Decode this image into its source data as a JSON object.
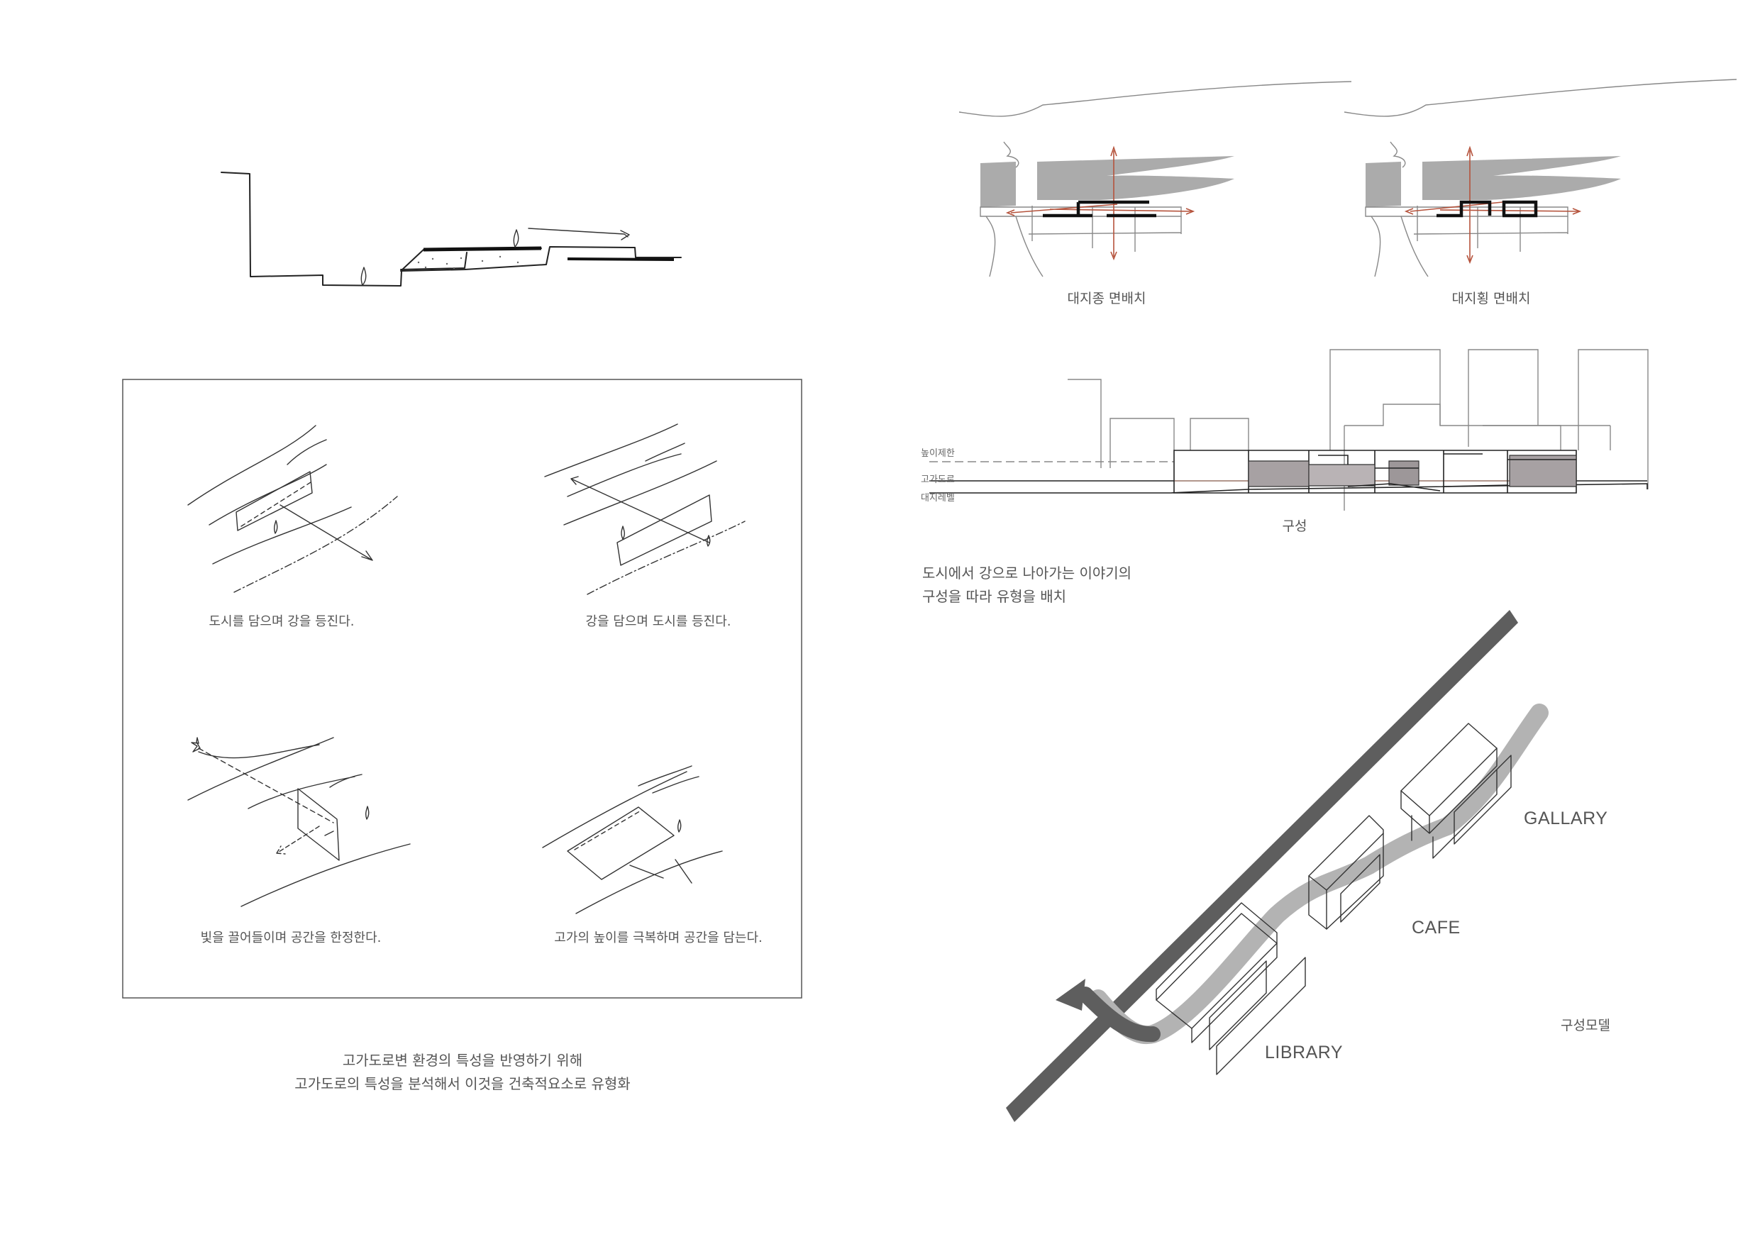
{
  "section_sketch": {
    "panel_captions": [
      "도시를 담으며 강을 등진다.",
      "강을 담으며 도시를 등진다.",
      "빛을 끌어들이며 공간을 한정한다.",
      "고가의 높이를 극복하며 공간을 담는다."
    ],
    "description_line1": "고가도로변 환경의 특성을 반영하기 위해",
    "description_line2": "고가도로의 특성을 분석해서 이것을 건축적요소로 유형화"
  },
  "site_plans": {
    "left_caption": "대지종 면배치",
    "right_caption": "대지횡 면배치"
  },
  "elevation": {
    "legend": [
      "높이제한",
      "고가도로",
      "대지레벨"
    ],
    "caption": "구성",
    "description_line1": "도시에서 강으로 나아가는 이야기의",
    "description_line2": "구성을 따라 유형을 배치"
  },
  "model": {
    "labels": {
      "gallery": "GALLARY",
      "cafe": "CAFE",
      "library": "LIBRARY"
    },
    "caption": "구성모델"
  },
  "colors": {
    "accent_red": "#b5533c",
    "road_gray": "#5e5e5e",
    "path_gray": "#b3b3b3",
    "mass_gray": "#ababab"
  }
}
